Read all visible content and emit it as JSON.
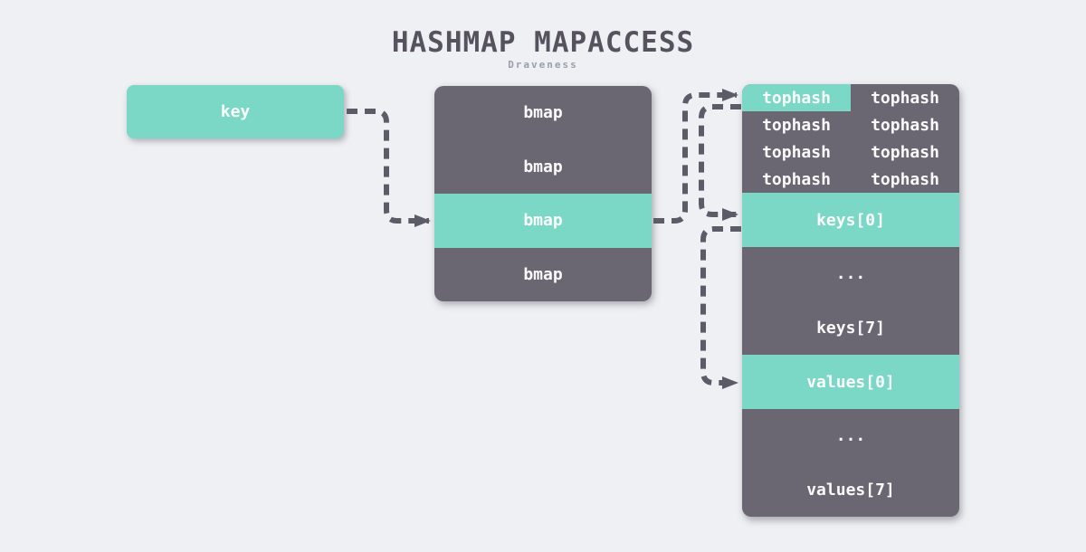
{
  "header": {
    "title": "HASHMAP MAPACCESS",
    "subtitle": "Draveness"
  },
  "colors": {
    "background": "#eef0f3",
    "accent_teal": "#7cd8c6",
    "node_dark": "#6a6773",
    "node_text": "#fafafa",
    "title_text": "#56535f",
    "subtitle_text": "#98a0ac",
    "arrow": "#5e5b68"
  },
  "key_node": {
    "label": "key"
  },
  "buckets": {
    "rows": [
      {
        "label": "bmap",
        "highlighted": false
      },
      {
        "label": "bmap",
        "highlighted": false
      },
      {
        "label": "bmap",
        "highlighted": true
      },
      {
        "label": "bmap",
        "highlighted": false
      }
    ]
  },
  "bucket": {
    "tophash_cells": [
      {
        "label": "tophash",
        "highlighted": true
      },
      {
        "label": "tophash",
        "highlighted": false
      },
      {
        "label": "tophash",
        "highlighted": false
      },
      {
        "label": "tophash",
        "highlighted": false
      },
      {
        "label": "tophash",
        "highlighted": false
      },
      {
        "label": "tophash",
        "highlighted": false
      },
      {
        "label": "tophash",
        "highlighted": false
      },
      {
        "label": "tophash",
        "highlighted": false
      }
    ],
    "keys_first": "keys[0]",
    "keys_ellipsis": "...",
    "keys_last": "keys[7]",
    "values_first": "values[0]",
    "values_ellipsis": "...",
    "values_last": "values[7]"
  },
  "connections": [
    {
      "from": "key",
      "to": "bmap-row-3"
    },
    {
      "from": "bmap-row-3",
      "to": "tophash-cell-1"
    },
    {
      "from": "tophash-cell-1",
      "to": "keys[0]"
    },
    {
      "from": "keys[0]",
      "to": "values[0]"
    }
  ]
}
